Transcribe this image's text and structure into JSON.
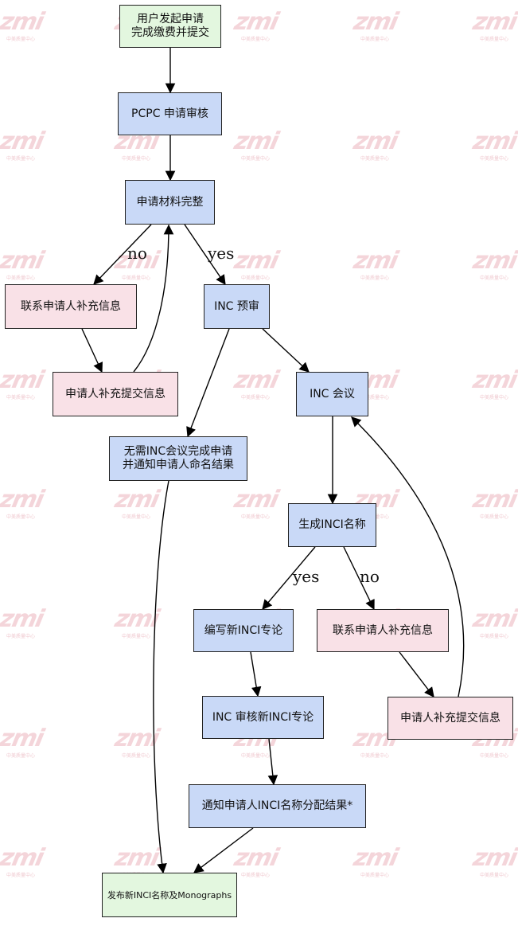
{
  "watermark": {
    "text": "zmi",
    "subtext": "中美质量中心"
  },
  "nodes": {
    "start": {
      "line1": "用户发起申请",
      "line2": "完成缴费并提交"
    },
    "pcpc_review": {
      "label": "PCPC  申请审核"
    },
    "materials_complete": {
      "label": "申请材料完整"
    },
    "contact_applicant_1": {
      "label": "联系申请人补充信息"
    },
    "applicant_submit_1": {
      "label": "申请人补充提交信息"
    },
    "inc_prereview": {
      "label": "INC 预审"
    },
    "inc_meeting": {
      "label": "INC  会议"
    },
    "no_meeting_needed": {
      "line1": "无需INC会议完成申请",
      "line2": "并通知申请人命名结果"
    },
    "generate_inci_name": {
      "label": "生成INCI名称"
    },
    "write_monograph": {
      "label": "编写新INCI专论"
    },
    "contact_applicant_2": {
      "label": "联系申请人补充信息"
    },
    "inc_review_monograph": {
      "label": "INC 审核新INCI专论"
    },
    "applicant_submit_2": {
      "label": "申请人补充提交信息"
    },
    "notify_result": {
      "label": "通知申请人INCI名称分配结果*"
    },
    "publish": {
      "label": "发布新INCI名称及Monographs"
    }
  },
  "edge_labels": {
    "materials_no": "no",
    "materials_yes": "yes",
    "name_yes": "yes",
    "name_no": "no"
  }
}
